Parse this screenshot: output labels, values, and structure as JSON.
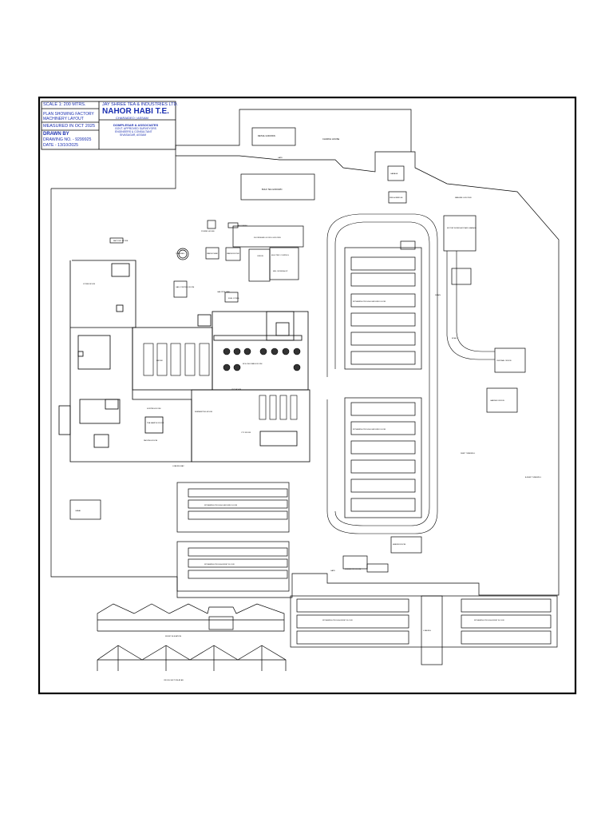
{
  "title_block": {
    "scale": "SCALE 1: 200 MTRS.",
    "plan_title_1": "PLAN SHOWING FACTORY",
    "plan_title_2": "MACHINERY LAYOUT",
    "measured": "MEASURED IN OCT 2025",
    "drawn_by": "DRAWN BY",
    "drawing_no": "DRAWING NO. - 9299925",
    "date": "DATE - 13/10/2025",
    "company": "JAY SHREE TEA & INDUSTRIES LTD.",
    "estate": "NAHOR HABI T.E.",
    "location": "CHARAIDEO | ASSAM",
    "consultant": "DOMPLESAR & ASSOCIATES",
    "consultant_l2": "GOVT. APPROVED SURVEYORS",
    "consultant_l3": "ENGINEERS & CONSULTANT",
    "consultant_l4": "SIVASAGAR, ASSAM"
  },
  "labels": {
    "retail_godown": "RETAIL GODOWN",
    "church_house": "CHURCH HOUSE",
    "gate_top": "GATE",
    "garage": "GARAGE",
    "bulk_tea_godown": "BULK TEA GODOWN",
    "weigh_bridge": "WEIGH BRIDGE",
    "manure_godown": "MANURE GODOWN",
    "power_house": "POWER HOUSE",
    "factory_store": "FACTORY STORE",
    "bio_diesel": "BIO DIESEL",
    "store_room": "STORE ROOM",
    "finished_goods_godown": "FG FINISHED GOODS GODOWN",
    "water_tank": "WATER TANK",
    "water_filter": "WATER FILTER",
    "office": "OFFICE",
    "mill_workshop": "MILL WORKSHOP",
    "electric_control": "ELECTRIC CONTROL",
    "tubewell": "TUBEWELL",
    "gas_control_room": "GAS CONTROL ROOM",
    "gas_pipe_line": "GAS PIPE LINE",
    "fuel_store": "FUEL STORE",
    "sorting_room": "SORTING ROOM",
    "withering_trough_ground_1": "WITHERING TROUGH GROUND FLOOR",
    "rolling_table_room": "ROLLING TABLE ROOM",
    "fermenting_room": "FERMENTING ROOM",
    "cut_room": "CUT ROOM",
    "ctc_room": "CTC ROOM",
    "withering_trough_ground_2": "WITHERING TROUGH GROUND FLOOR",
    "withering_trough_ground_3": "WITHERING TROUGH GROUND FLOOR",
    "withering_trough_first": "WITHERING TROUGH FIRST FLOOR",
    "withering_trough_first_2": "WITHERING TROUGH FIRST FLOOR",
    "withering_trough_first_3": "WITHERING TROUGH FIRST FLOOR",
    "central_office": "CENTRAL OFFICE",
    "garden_office": "GARDEN OFFICE",
    "road": "ROAD",
    "drain": "DRAIN",
    "deep_tubewell": "DEEP TUBEWELL",
    "deep_tubewell_2": "A DEEP TUBEWELL",
    "heater_room": "HEATER ROOM",
    "chemistry_room": "CHEMISTRY ROOM",
    "loading": "LOADING",
    "loading_bay": "LOADING BAY",
    "motor_workshop": "MOTOR WORKSHOP AND GARAGE",
    "front_elevation": "FRONT ELEVATION",
    "cross_section": "CROSS SECTION AT AB",
    "packing_room": "PACKING ROOM",
    "tea_sample_room": "TEA SAMPLE ROOM",
    "dryer": "DRYER",
    "canal": "CANAL",
    "gate_bottom": "GATE"
  }
}
